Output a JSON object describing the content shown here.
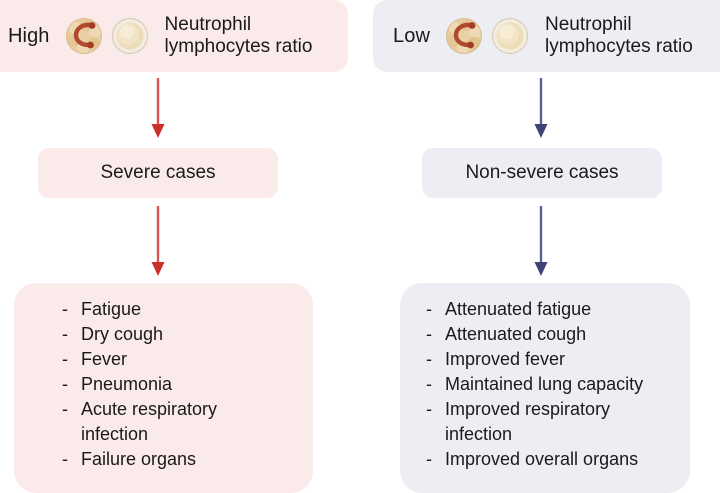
{
  "colors": {
    "severe_bg": "#faeaea",
    "nonsevere_bg": "#eceef4",
    "severe_arrow": "#d9534f",
    "nonsevere_arrow": "#4a4f8c",
    "text": "#1a1a1a",
    "page_bg": "#ffffff"
  },
  "branches": {
    "severe": {
      "level_label": "High",
      "ratio_label": "Neutrophil\nlymphocytes ratio",
      "icons": [
        "neutrophil-cell-icon",
        "lymphocyte-cell-icon"
      ],
      "case_label": "Severe cases",
      "arrow_top_name": "arrow-high-to-severe",
      "arrow_bottom_name": "arrow-severe-to-symptoms",
      "symptoms": [
        "Fatigue",
        "Dry cough",
        "Fever",
        "Pneumonia",
        "Acute respiratory\ninfection",
        "Failure organs"
      ]
    },
    "nonsevere": {
      "level_label": "Low",
      "ratio_label": "Neutrophil\nlymphocytes ratio",
      "icons": [
        "neutrophil-cell-icon",
        "lymphocyte-cell-icon"
      ],
      "case_label": "Non-severe cases",
      "arrow_top_name": "arrow-low-to-nonsevere",
      "arrow_bottom_name": "arrow-nonsevere-to-outcomes",
      "symptoms": [
        "Attenuated fatigue",
        "Attenuated cough",
        "Improved fever",
        "Maintained lung capacity",
        "Improved respiratory\ninfection",
        "Improved overall organs"
      ]
    }
  },
  "bullet": {
    "dash": "-"
  }
}
